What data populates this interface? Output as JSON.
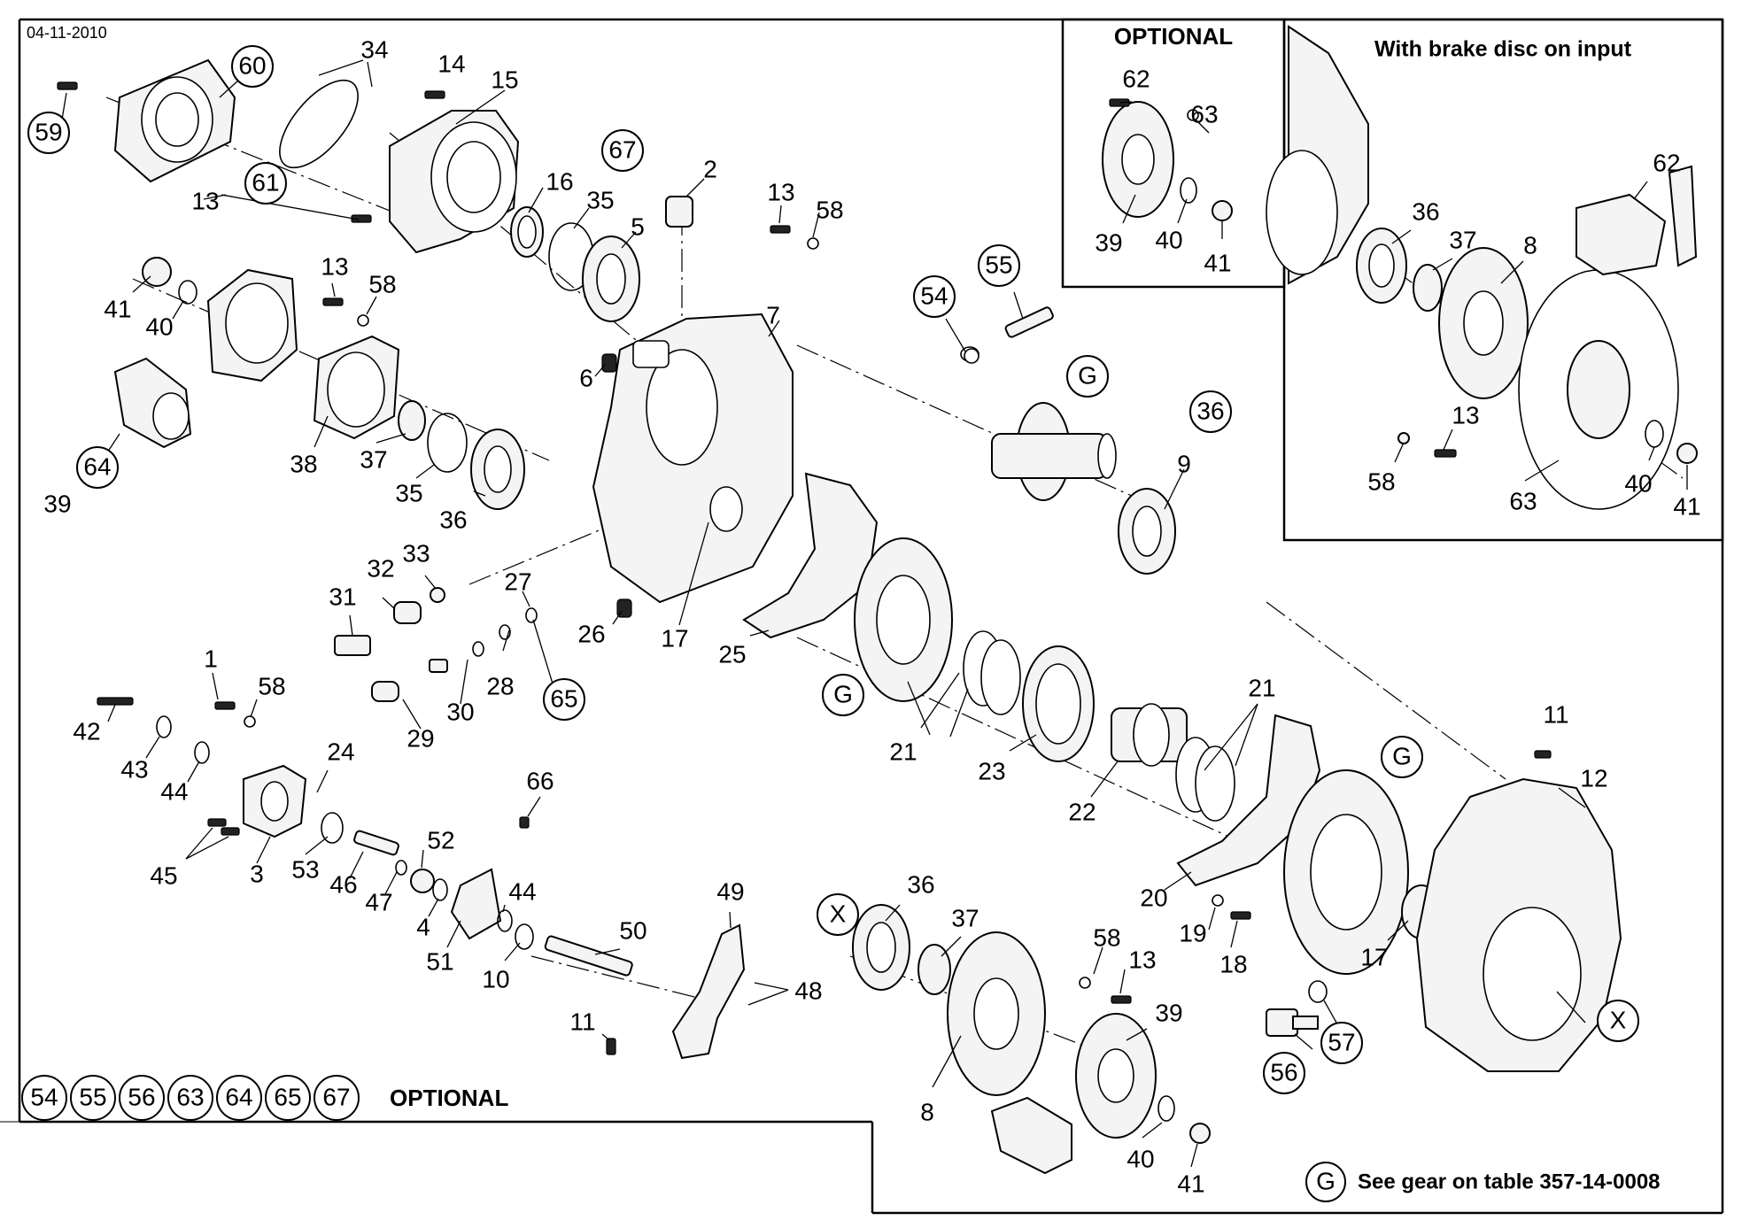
{
  "date": "04-11-2010",
  "optional_box_title": "OPTIONAL",
  "brake_box_title": "With brake disc on input",
  "optional_note_label": "OPTIONAL",
  "optional_parts": [
    "54",
    "55",
    "56",
    "63",
    "64",
    "65",
    "67"
  ],
  "gear_note": {
    "symbol": "G",
    "text": "See gear on table 357-14-0008"
  },
  "callouts_plain": [
    "1",
    "2",
    "3",
    "4",
    "5",
    "6",
    "7",
    "8",
    "9",
    "10",
    "11",
    "12",
    "13",
    "14",
    "15",
    "16",
    "17",
    "18",
    "19",
    "20",
    "21",
    "22",
    "23",
    "24",
    "25",
    "26",
    "27",
    "28",
    "29",
    "30",
    "31",
    "32",
    "33",
    "34",
    "35",
    "36",
    "37",
    "38",
    "39",
    "40",
    "41",
    "42",
    "43",
    "44",
    "45",
    "46",
    "47",
    "48",
    "49",
    "50",
    "51",
    "52",
    "53",
    "57",
    "58",
    "62",
    "63",
    "66"
  ],
  "callouts_circled": [
    "54",
    "55",
    "56",
    "59",
    "60",
    "61",
    "64",
    "65",
    "67",
    "36",
    "57",
    "G",
    "X"
  ]
}
